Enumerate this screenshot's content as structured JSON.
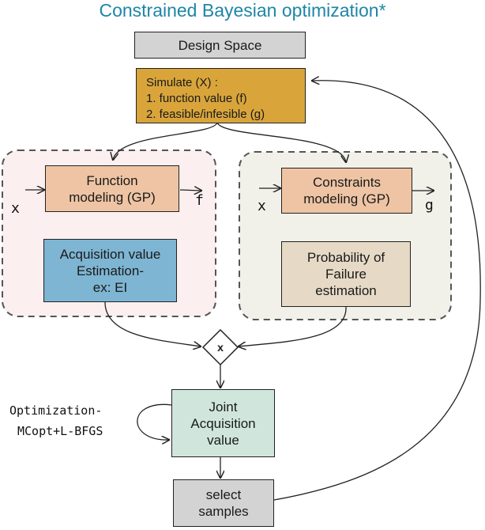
{
  "title": "Constrained Bayesian optimization*",
  "colors": {
    "title": "#1e86a6",
    "design_space": "#d3d3d3",
    "simulate": "#d9a53b",
    "modeling": "#eec4a4",
    "acquisition": "#7eb5d3",
    "failure": "#e6dac6",
    "joint": "#d0e6dd",
    "select": "#d3d3d3",
    "left_group_bg": "#fbf0ef",
    "right_group_bg": "#f1f1ea"
  },
  "nodes": {
    "design_space": "Design Space",
    "simulate": {
      "lines": [
        "Simulate (X) :",
        "1. function value (f)",
        "2. feasible/infesible (g)"
      ]
    },
    "function_modeling": {
      "lines": [
        "Function",
        "modeling (GP)"
      ]
    },
    "constraints_modeling": {
      "lines": [
        "Constraints",
        "modeling (GP)"
      ]
    },
    "acquisition": {
      "lines": [
        "Acquisition value",
        "Estimation-",
        "ex: EI"
      ]
    },
    "failure": {
      "lines": [
        "Probability of",
        "Failure",
        "estimation"
      ]
    },
    "multiply": "x",
    "joint": {
      "lines": [
        "Joint",
        "Acquisition",
        "value"
      ]
    },
    "select": {
      "lines": [
        "select",
        "samples"
      ]
    }
  },
  "labels": {
    "left_input": "x",
    "left_output": "f",
    "right_input": "x",
    "right_output": "g",
    "optimization": [
      "Optimization-",
      "MCopt+L-BFGS"
    ]
  }
}
